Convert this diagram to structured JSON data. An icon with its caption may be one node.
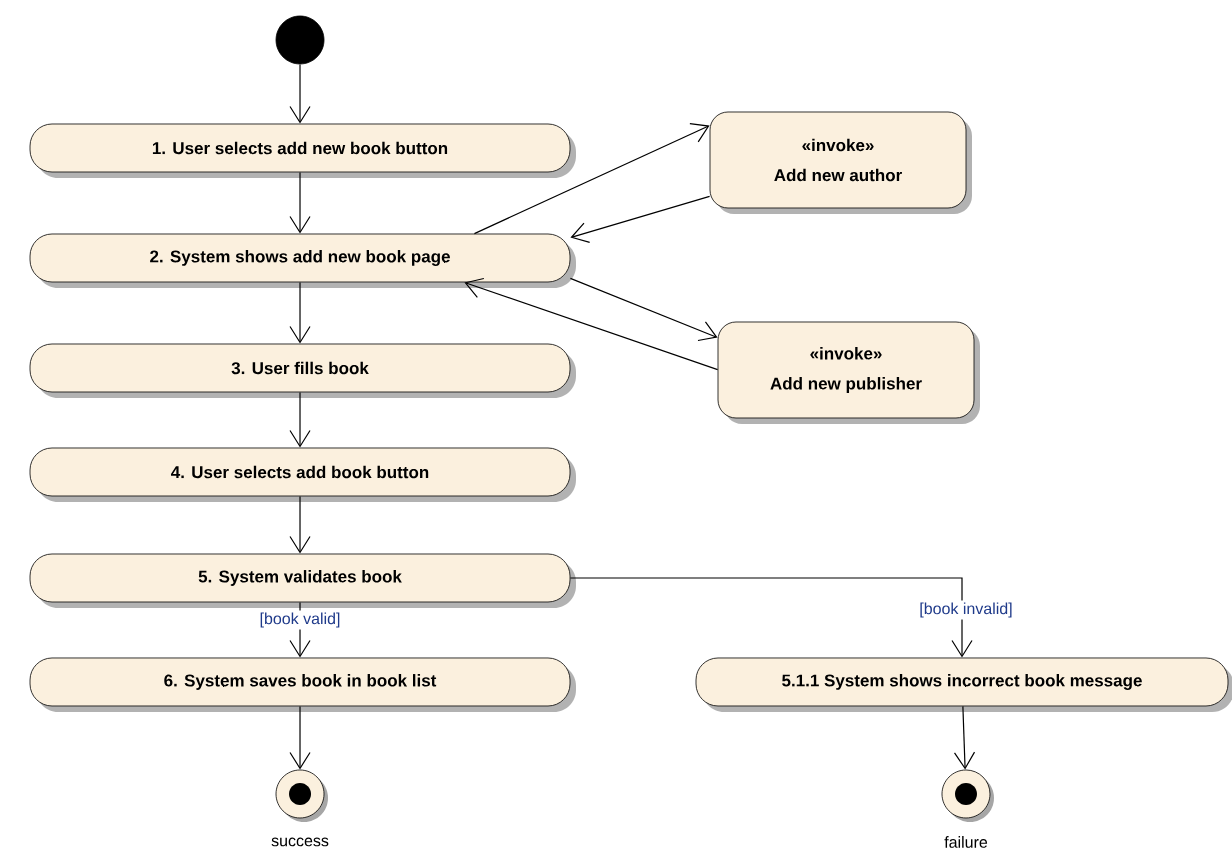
{
  "diagram": {
    "nodes": [
      {
        "text": [],
        "shape": "circle"
      },
      {
        "text": [
          "1. User selects add new book button"
        ]
      },
      {
        "text": [
          "2. System shows add new book page"
        ]
      },
      {
        "text": [
          "3. User fills book"
        ]
      },
      {
        "text": [
          "4. User selects add book button"
        ]
      },
      {
        "text": [
          "5. System validates book"
        ]
      },
      {
        "text": [
          "6. System saves book in book list"
        ]
      },
      {
        "text": [
          "«invoke»",
          "Add new author"
        ]
      },
      {
        "text": [
          "«invoke»",
          "Add new publisher"
        ]
      },
      {
        "text": [
          "5.1.1 System shows incorrect book message"
        ]
      },
      {
        "text": [],
        "shape": "bullseye",
        "beside": [
          "success"
        ]
      },
      {
        "text": [],
        "shape": "bullseye",
        "beside": [
          "failure"
        ]
      }
    ],
    "edges": [
      {
        "from": 0,
        "to": 1,
        "arrow": "to"
      },
      {
        "from": 1,
        "to": 2,
        "arrow": "to"
      },
      {
        "from": 2,
        "to": 7,
        "arrow": "to"
      },
      {
        "from": 7,
        "to": 2,
        "arrow": "to"
      },
      {
        "from": 2,
        "to": 8,
        "arrow": "to"
      },
      {
        "from": 8,
        "to": 2,
        "arrow": "to"
      },
      {
        "from": 2,
        "to": 3,
        "arrow": "to"
      },
      {
        "from": 3,
        "to": 4,
        "arrow": "to"
      },
      {
        "from": 4,
        "to": 5,
        "arrow": "to"
      },
      {
        "from": 5,
        "to": 6,
        "arrow": "to",
        "label": "[book valid]"
      },
      {
        "from": 5,
        "to": 9,
        "arrow": "to",
        "label": "[book invalid]"
      },
      {
        "from": 6,
        "to": 10,
        "arrow": "to"
      },
      {
        "from": 9,
        "to": 11,
        "arrow": "to"
      }
    ]
  }
}
